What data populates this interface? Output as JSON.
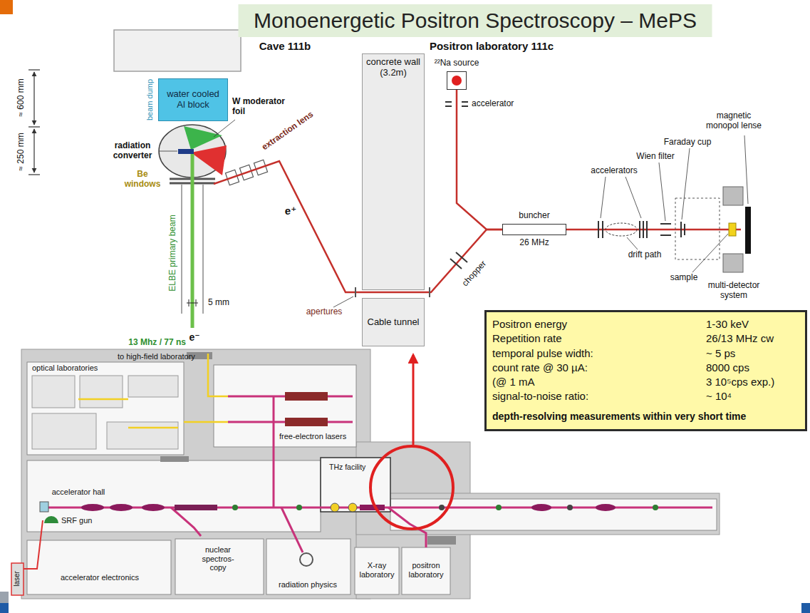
{
  "diagram": {
    "title": "Monoenergetic Positron Spectroscopy – MePS",
    "nodes": [
      {
        "text": [
          "water cooled Al block"
        ]
      },
      {
        "text": [
          "concrete wall (3.2m)"
        ]
      },
      {
        "text": [
          "Cable tunnel"
        ]
      },
      {
        "text": [
          "²²Na source"
        ]
      },
      {
        "text": [
          "buncher",
          "26 MHz"
        ]
      },
      {
        "text": [
          "Positron energy",
          "1-30 keV",
          "Repetition rate",
          "26/13 MHz cw",
          "temporal pulse width:",
          "~ 5 ps",
          "count rate @ 30 µA:",
          "8000 cps",
          "(@ 1 mA",
          "3 10⁵cps exp.)",
          "signal-to-noise ratio:",
          "~ 10⁴",
          "depth-resolving measurements within very short time"
        ]
      }
    ],
    "edges": [
      {
        "from": 3,
        "to": 4,
        "arrow": "none"
      }
    ],
    "labels": [
      "Cave 111b",
      "Positron laboratory 111c",
      "beam dump",
      "≈ 600 mm",
      "≈ 250 mm",
      "W moderator foil",
      "radiation converter",
      "extraction lens",
      "Be windows",
      "ELBE primary beam",
      "e⁺",
      "5 mm",
      "e⁻",
      "13 Mhz / 77 ns",
      "apertures",
      "chopper",
      "accelerator",
      "accelerators",
      "Wien filter",
      "Faraday cup",
      "magnetic monopol lense",
      "drift path",
      "sample",
      "multi-detector system",
      "to high-field laboratory",
      "optical laboratories",
      "free-electron lasers",
      "accelerator hall",
      "THz facility",
      "SRF gun",
      "laser",
      "accelerator electronics",
      "nuclear spectros- copy",
      "radiation physics",
      "X-ray laboratory",
      "positron laboratory"
    ]
  }
}
